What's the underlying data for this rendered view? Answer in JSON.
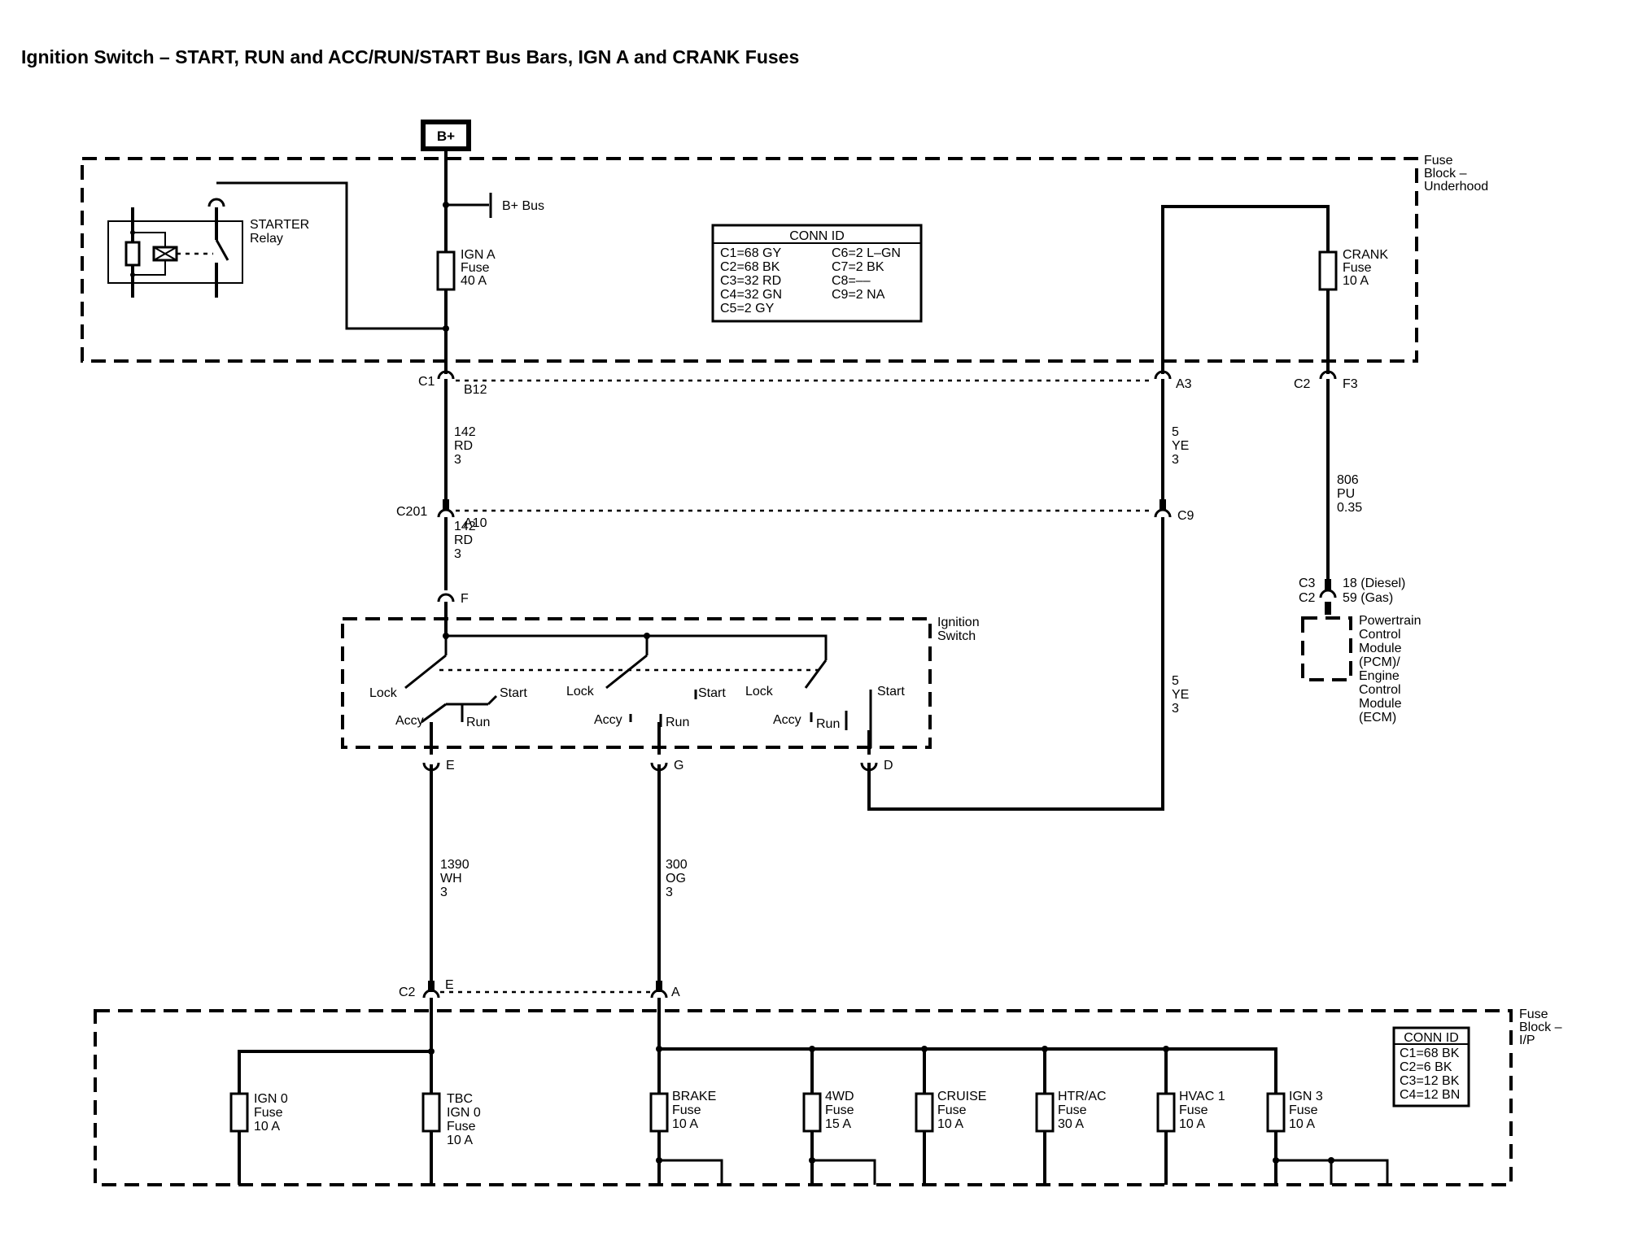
{
  "title": "Ignition Switch – START, RUN and ACC/RUN/START Bus Bars, IGN A and CRANK Fuses",
  "power_source": "B+",
  "underhood_block": {
    "label": [
      "Fuse",
      "Block –",
      "Underhood"
    ],
    "bus_label": "B+ Bus",
    "starter_relay": [
      "STARTER",
      "Relay"
    ],
    "ign_a_fuse": [
      "IGN A",
      "Fuse",
      "40 A"
    ],
    "crank_fuse": [
      "CRANK",
      "Fuse",
      "10 A"
    ],
    "conn_id": {
      "title": "CONN ID",
      "left": [
        "C1=68 GY",
        "C2=68 BK",
        "C3=32 RD",
        "C4=32 GN",
        "C5=2 GY"
      ],
      "right": [
        "C6=2 L–GN",
        "C7=2 BK",
        "C8=––",
        "C9=2 NA"
      ]
    }
  },
  "connectors": {
    "c1": "C1",
    "b12": "B12",
    "a3": "A3",
    "c2_top": "C2",
    "f3": "F3",
    "c201": "C201",
    "a10": "A10",
    "c9": "C9",
    "f": "F",
    "e": "E",
    "g": "G",
    "d": "D",
    "c2_bottom": "C2",
    "e_bottom": "E",
    "a_bottom": "A",
    "c3_pcm": "C3",
    "c2_pcm": "C2",
    "pcm_pins": [
      "18 (Diesel)",
      "59 (Gas)"
    ]
  },
  "wires": {
    "w142_upper": [
      "142",
      "RD",
      "3"
    ],
    "w142_lower": [
      "142",
      "RD",
      "3"
    ],
    "w5_upper": [
      "5",
      "YE",
      "3"
    ],
    "w5_lower": [
      "5",
      "YE",
      "3"
    ],
    "w806": [
      "806",
      "PU",
      "0.35"
    ],
    "w1390": [
      "1390",
      "WH",
      "3"
    ],
    "w300": [
      "300",
      "OG",
      "3"
    ]
  },
  "ignition_switch": {
    "label": [
      "Ignition",
      "Switch"
    ],
    "positions": {
      "lock": "Lock",
      "accy": "Accy",
      "run": "Run",
      "start": "Start"
    }
  },
  "pcm": [
    "Powertrain",
    "Control",
    "Module",
    "(PCM)/",
    "Engine",
    "Control",
    "Module",
    "(ECM)"
  ],
  "ip_block": {
    "label": [
      "Fuse",
      "Block –",
      "I/P"
    ],
    "fuses": [
      [
        "IGN 0",
        "Fuse",
        "10 A"
      ],
      [
        "TBC",
        "IGN 0",
        "Fuse",
        "10 A"
      ],
      [
        "BRAKE",
        "Fuse",
        "10 A"
      ],
      [
        "4WD",
        "Fuse",
        "15 A"
      ],
      [
        "CRUISE",
        "Fuse",
        "10 A"
      ],
      [
        "HTR/AC",
        "Fuse",
        "30 A"
      ],
      [
        "HVAC 1",
        "Fuse",
        "10 A"
      ],
      [
        "IGN 3",
        "Fuse",
        "10 A"
      ]
    ],
    "conn_id": {
      "title": "CONN ID",
      "rows": [
        "C1=68 BK",
        "C2=6 BK",
        "C3=12 BK",
        "C4=12 BN"
      ]
    }
  }
}
